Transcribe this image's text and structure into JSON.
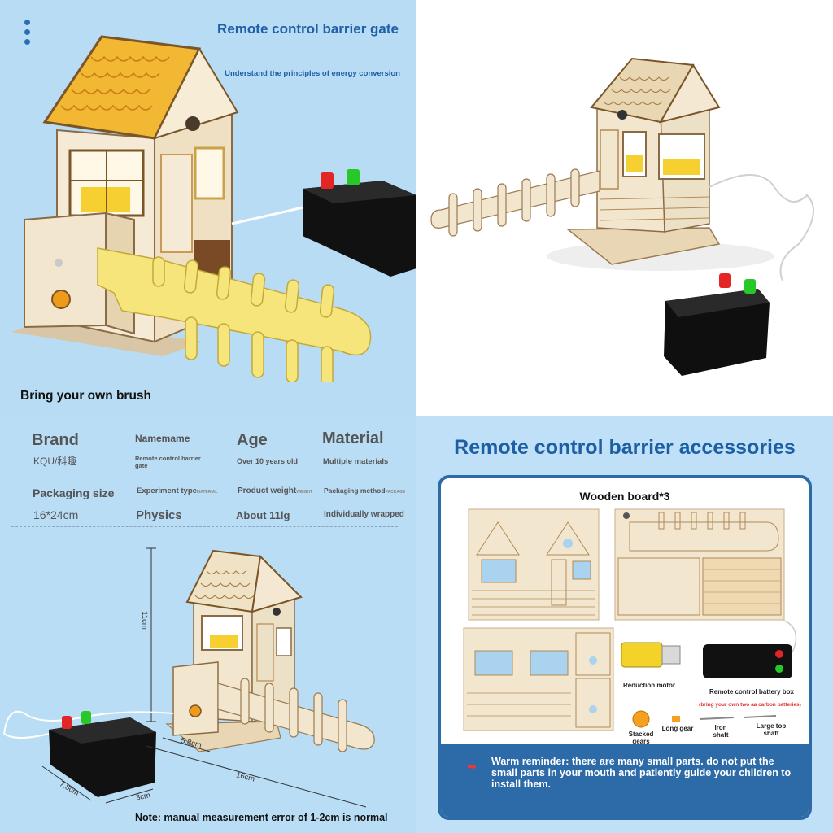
{
  "colors": {
    "accent_blue": "#1f5ea8",
    "bg_blue": "#b7dcf4",
    "wood": "#f3e6cf",
    "roof": "#f2b733",
    "arm": "#f5e57a"
  },
  "q1": {
    "title": "Remote control barrier gate",
    "subtitle": "Understand the principles of energy conversion",
    "note": "Bring your own brush"
  },
  "spec": {
    "brand_h": "Brand",
    "brand_v": "KQU/科趣",
    "name_h": "Namemame",
    "name_v": "Remote control barrier gate",
    "age_h": "Age",
    "age_v": "Over 10 years old",
    "material_h": "Material",
    "material_v": "Multiple materials",
    "pack_size_h": "Packaging size",
    "pack_size_v": "16*24cm",
    "exp_h": "Experiment type",
    "exp_ghost": "MATERIAL",
    "exp_v": "Physics",
    "weight_h": "Product weight",
    "weight_ghost": "WEIGHT",
    "weight_v": "About 11lg",
    "method_h": "Packaging method",
    "method_ghost": "PACKAGE",
    "method_v": "Individually wrapped"
  },
  "dims": {
    "height": "11cm",
    "depth": "5.8cm",
    "length": "16cm",
    "box_w": "7.8cm",
    "box_d": "3cm",
    "note": "Note: manual measurement error of 1-2cm is normal"
  },
  "q4": {
    "title": "Remote control barrier accessories",
    "board_title": "Wooden board*3",
    "motor": "Reduction motor",
    "battery": "Remote control battery box",
    "battery_note": "(bring your own two aa carbon batteries)",
    "stacked": "Stacked gears",
    "long_gear": "Long gear",
    "iron": "Iron shaft",
    "top_shaft": "Large top shaft",
    "reminder_arrow": "➡",
    "reminder": "Warm reminder: there are many small parts. do not put the small parts in your mouth and patiently guide your children to install them."
  }
}
